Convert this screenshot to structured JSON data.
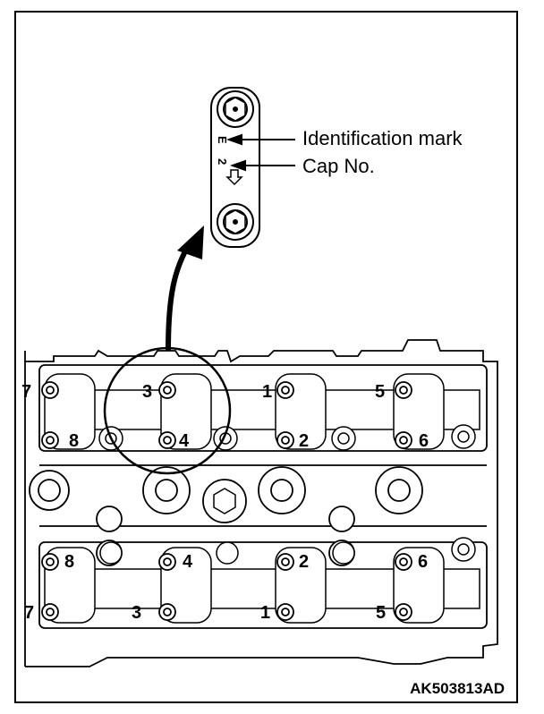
{
  "callouts": {
    "identification_mark": "Identification mark",
    "cap_no": "Cap No."
  },
  "cap_detail": {
    "mark_letter": "E",
    "cap_number": "2"
  },
  "bolt_numbers": {
    "upper_outer": [
      "7",
      "3",
      "1",
      "5"
    ],
    "upper_inner": [
      "8",
      "4",
      "2",
      "6"
    ],
    "lower_inner": [
      "8",
      "4",
      "2",
      "6"
    ],
    "lower_outer": [
      "7",
      "3",
      "1",
      "5"
    ]
  },
  "figure_id": "AK503813AD"
}
